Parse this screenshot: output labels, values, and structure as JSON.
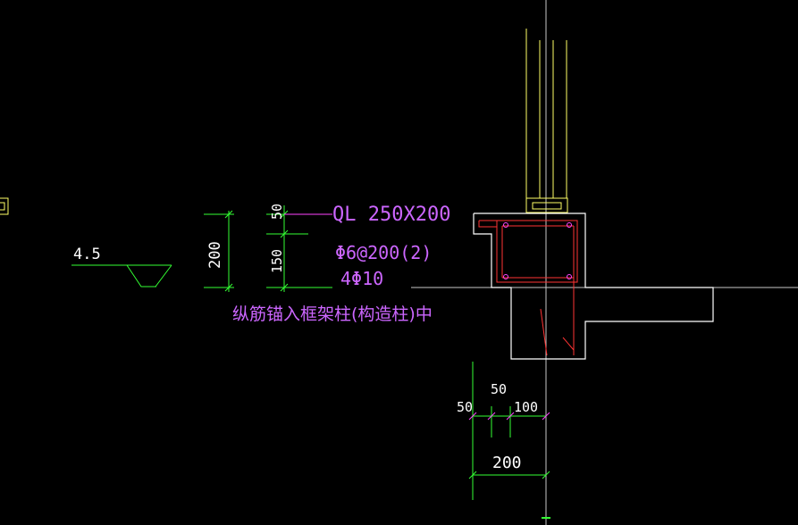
{
  "colors": {
    "background": "#000000",
    "wall_yellow": "#ffff66",
    "dimension_green": "#33ff33",
    "annotation_violet": "#cc66ff",
    "dimension_magenta": "#ff44ff",
    "rebar_red": "#ff3333",
    "outline_white": "#ffffff",
    "axis_gray": "#c8c8c8"
  },
  "elevation": {
    "label": "4.5"
  },
  "beam_callout": {
    "name": "QL 250X200",
    "stirrup": "Φ6@200(2)",
    "longitudinal": "4Φ10",
    "note": "纵筋锚入框架柱(构造柱)中"
  },
  "left_dimensions": {
    "total": "200",
    "top": "50",
    "bottom": "150"
  },
  "bottom_dimensions": {
    "seg1": "50",
    "seg2": "50",
    "seg3": "100",
    "total": "200"
  }
}
